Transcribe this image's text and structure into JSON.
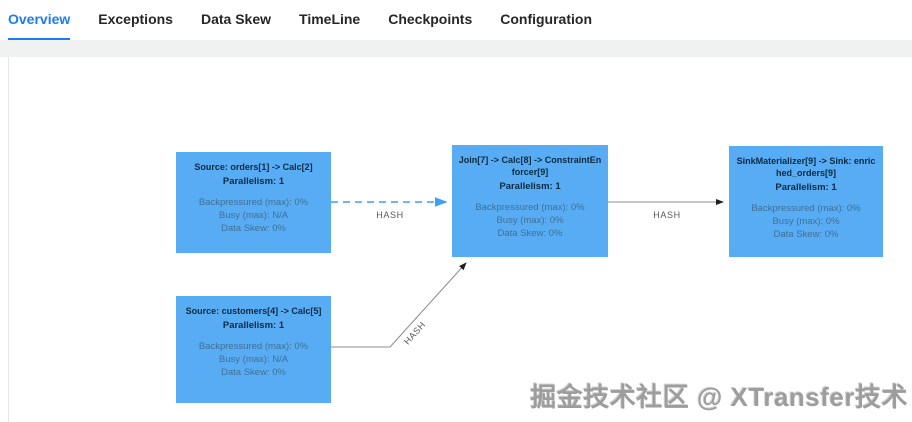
{
  "tabs": {
    "items": [
      {
        "label": "Overview",
        "active": true
      },
      {
        "label": "Exceptions",
        "active": false
      },
      {
        "label": "Data Skew",
        "active": false
      },
      {
        "label": "TimeLine",
        "active": false
      },
      {
        "label": "Checkpoints",
        "active": false
      },
      {
        "label": "Configuration",
        "active": false
      }
    ]
  },
  "graph": {
    "nodes": [
      {
        "title": "Source: orders[1] -> Calc[2]",
        "parallelism": "Parallelism: 1",
        "metrics": [
          "Backpressured (max): 0%",
          "Busy (max): N/A",
          "Data Skew: 0%"
        ]
      },
      {
        "title": "Join[7] -> Calc[8] -> ConstraintEnforcer[9]",
        "parallelism": "Parallelism: 1",
        "metrics": [
          "Backpressured (max): 0%",
          "Busy (max): 0%",
          "Data Skew: 0%"
        ]
      },
      {
        "title": "SinkMaterializer[9] -> Sink: enriched_orders[9]",
        "parallelism": "Parallelism: 1",
        "metrics": [
          "Backpressured (max): 0%",
          "Busy (max): 0%",
          "Data Skew: 0%"
        ]
      },
      {
        "title": "Source: customers[4] -> Calc[5]",
        "parallelism": "Parallelism: 1",
        "metrics": [
          "Backpressured (max): 0%",
          "Busy (max): N/A",
          "Data Skew: 0%"
        ]
      }
    ],
    "edges": [
      {
        "from": "Source: orders[1] -> Calc[2]",
        "to": "Join[7] -> Calc[8] -> ConstraintEnforcer[9]",
        "label": "HASH",
        "style": "dashed-blue"
      },
      {
        "from": "Join[7] -> Calc[8] -> ConstraintEnforcer[9]",
        "to": "SinkMaterializer[9] -> Sink: enriched_orders[9]",
        "label": "HASH",
        "style": "solid"
      },
      {
        "from": "Source: customers[4] -> Calc[5]",
        "to": "Join[7] -> Calc[8] -> ConstraintEnforcer[9]",
        "label": "HASH",
        "style": "solid"
      }
    ]
  },
  "watermark": {
    "text": "掘金技术社区 @ XTransfer技术"
  },
  "colors": {
    "active_tab": "#1b7cf2",
    "node_fill": "#58acf4",
    "node_title_text": "#0b2a40",
    "node_metric_text": "#3f7095",
    "edge_dashed": "#3f9ff3",
    "edge_solid": "#8c8c8c"
  }
}
